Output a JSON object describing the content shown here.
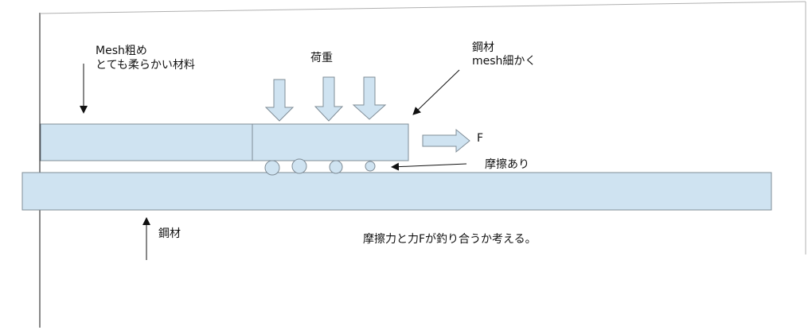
{
  "labels": {
    "soft_material_line1": "Mesh粗め",
    "soft_material_line2": "とても柔らかい材料",
    "load": "荷重",
    "steel_top_line1": "鋼材",
    "steel_top_line2": "mesh細かく",
    "force": "F",
    "friction": "摩擦あり",
    "steel_bottom": "鋼材",
    "note": "摩擦力と力Fが釣り合うか考える。"
  },
  "colors": {
    "fill": "#cfe3f1",
    "stroke": "#7f8c96",
    "line": "#111111"
  }
}
